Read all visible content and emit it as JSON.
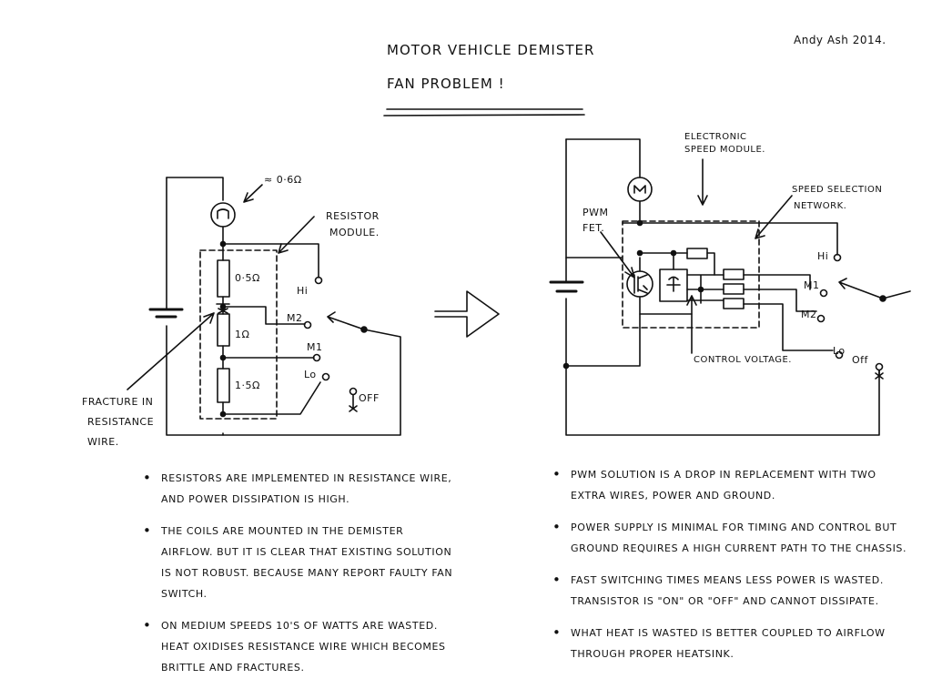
{
  "title": {
    "line1": "Motor Vehicle Demister",
    "line2": "Fan Problem !"
  },
  "author": "Andy Ash 2014.",
  "left_circuit": {
    "motor_label": "≈ 0·6Ω",
    "module_label_line1": "Resistor",
    "module_label_line2": "Module.",
    "resistors": [
      "0·5Ω",
      "1Ω",
      "1·5Ω"
    ],
    "switch_positions": [
      "Hi",
      "M2",
      "M1",
      "Lo",
      "Off"
    ],
    "fracture_label_line1": "Fracture in",
    "fracture_label_line2": "Resistance",
    "fracture_label_line3": "Wire."
  },
  "right_circuit": {
    "esm_label_line1": "Electronic",
    "esm_label_line2": "Speed Module.",
    "pwm_label_line1": "PWM",
    "pwm_label_line2": "FET.",
    "speed_label_line1": "Speed selection",
    "speed_label_line2": "Network.",
    "control_label": "Control Voltage.",
    "switch_positions": [
      "Hi",
      "M1",
      "M2",
      "Lo",
      "Off"
    ]
  },
  "left_notes": [
    "Resistors are implemented in resistance wire, and power dissipation is high.",
    "The coils are mounted in the demister airflow. But it is clear that existing solution is not robust. Because many report faulty fan switch.",
    "On medium speeds 10's of watts are wasted. Heat oxidises resistance wire which becomes brittle and fractures."
  ],
  "right_notes": [
    "PWM solution is a drop in replacement with two extra wires, power and ground.",
    "Power supply is minimal for timing and control but ground requires a high current path to the chassis.",
    "Fast switching times means less power is wasted. Transistor is \"on\" or \"off\" and cannot dissipate.",
    "What heat is wasted is better coupled to airflow through proper heatsink."
  ]
}
